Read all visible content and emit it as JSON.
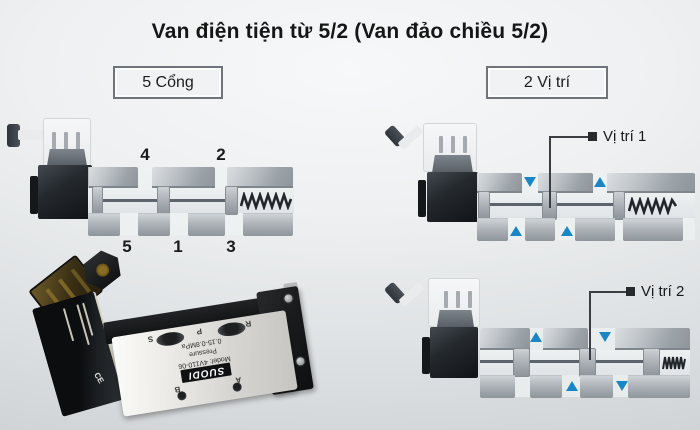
{
  "title": "Van điện tiện từ 5/2 (Van đảo chiều 5/2)",
  "labels": {
    "ports_badge": "5 Cổng",
    "positions_badge": "2 Vị trí"
  },
  "schematic_main": {
    "top_ports": [
      "4",
      "2"
    ],
    "bottom_ports": [
      "5",
      "1",
      "3"
    ]
  },
  "position1": {
    "callout": "Vị trí 1",
    "top_arrows": [
      "down",
      "up"
    ],
    "bottom_arrows": [
      "up",
      "up"
    ]
  },
  "position2": {
    "callout": "Vị trí 2",
    "top_arrows": [
      "up",
      "down"
    ],
    "bottom_arrows": [
      "up",
      "down"
    ]
  },
  "photo": {
    "brand": "SUODI",
    "model": "Model: 4V110-06",
    "pressure_label": "Pressure",
    "pressure_value": "0.15-0.8MPa",
    "cert": "CE",
    "port_letters_top": [
      "A",
      "B"
    ],
    "port_letters_bottom": [
      "R",
      "P",
      "S"
    ]
  },
  "colors": {
    "arrow_blue": "#1a86c5",
    "spring_dark": "#20262a"
  }
}
